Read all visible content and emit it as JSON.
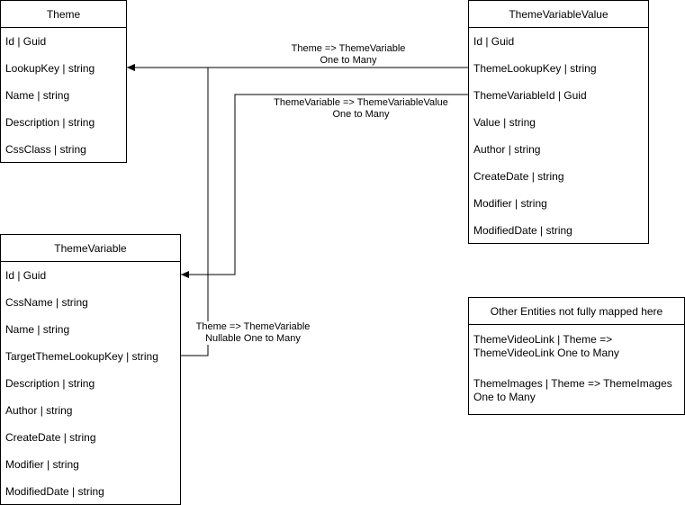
{
  "entities": {
    "theme": {
      "title": "Theme",
      "fields": [
        "Id | Guid",
        "LookupKey | string",
        "Name | string",
        "Description | string",
        "CssClass | string"
      ]
    },
    "theme_variable_value": {
      "title": "ThemeVariableValue",
      "fields": [
        "Id | Guid",
        "ThemeLookupKey | string",
        "ThemeVariableId | Guid",
        "Value | string",
        "Author | string",
        "CreateDate | string",
        "Modifier | string",
        "ModifiedDate | string"
      ]
    },
    "theme_variable": {
      "title": "ThemeVariable",
      "fields": [
        "Id | Guid",
        "CssName | string",
        "Name | string",
        "TargetThemeLookupKey | string",
        "Description | string",
        "Author | string",
        "CreateDate | string",
        "Modifier | string",
        "ModifiedDate | string"
      ]
    },
    "other": {
      "title": "Other Entities not fully mapped here",
      "notes": [
        "ThemeVideoLink | Theme => ThemeVideoLink One to Many",
        "ThemeImages | Theme => ThemeImages One to Many"
      ]
    }
  },
  "relations": {
    "theme_to_variable": {
      "line1": "Theme => ThemeVariable",
      "line2": "One to Many"
    },
    "variable_to_value": {
      "line1": "ThemeVariable => ThemeVariableValue",
      "line2": "One to Many"
    },
    "theme_to_variable_nullable": {
      "line1": "Theme => ThemeVariable",
      "line2": "Nullable One to Many"
    }
  }
}
